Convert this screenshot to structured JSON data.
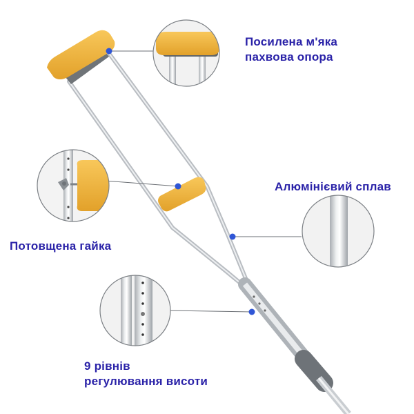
{
  "labels": {
    "underarm_pad": [
      "Посилена м'яка",
      "пахвова опора"
    ],
    "aluminum_alloy": "Алюмінієвий сплав",
    "coated_nut": "Потовщена гайка",
    "height_levels": [
      "9 рівнів",
      "регулювання висоти"
    ]
  },
  "colors": {
    "accent_text": "#2a22a8",
    "dot": "#2f56d6",
    "pad": "#f2b73e",
    "metal": "#cfd2d6"
  },
  "icons": [
    "underarm-pad-detail",
    "nut-detail",
    "tube-detail",
    "adjustment-holes-detail"
  ]
}
